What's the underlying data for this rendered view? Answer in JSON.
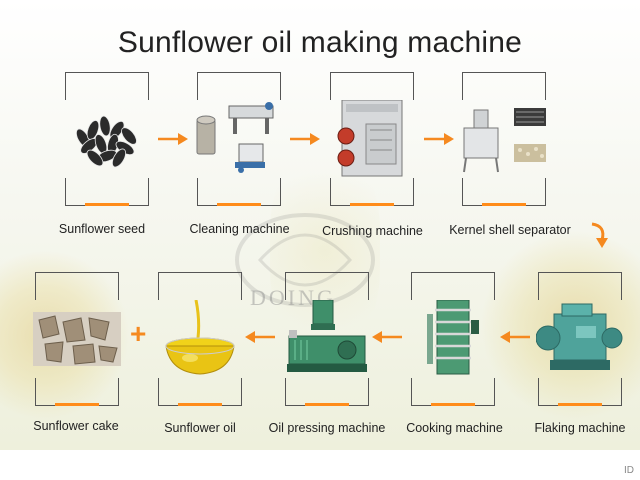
{
  "title": "Sunflower oil making machine",
  "watermark": "DOING",
  "footer_mark": "ID",
  "steps": [
    {
      "label": "Sunflower seed",
      "icon": "sunflower-seed-pile"
    },
    {
      "label": "Cleaning machine",
      "icon": "cleaning-machine"
    },
    {
      "label": "Crushing machine",
      "icon": "crushing-machine"
    },
    {
      "label": "Kernel shell separator",
      "icon": "kernel-shell-separator"
    },
    {
      "label": "Flaking machine",
      "icon": "flaking-machine"
    },
    {
      "label": "Cooking machine",
      "icon": "cooking-machine"
    },
    {
      "label": "Oil pressing machine",
      "icon": "oil-press"
    },
    {
      "label": "Sunflower oil",
      "icon": "oil-bowl"
    },
    {
      "label": "Sunflower cake",
      "icon": "oil-cake-pieces"
    }
  ],
  "plus_symbol": "+",
  "colors": {
    "accent": "#ff8c1a",
    "arrow": "#f5891f",
    "frame": "#555555",
    "machine_green": "#3f8f6a",
    "machine_gray": "#9aa0a3"
  }
}
